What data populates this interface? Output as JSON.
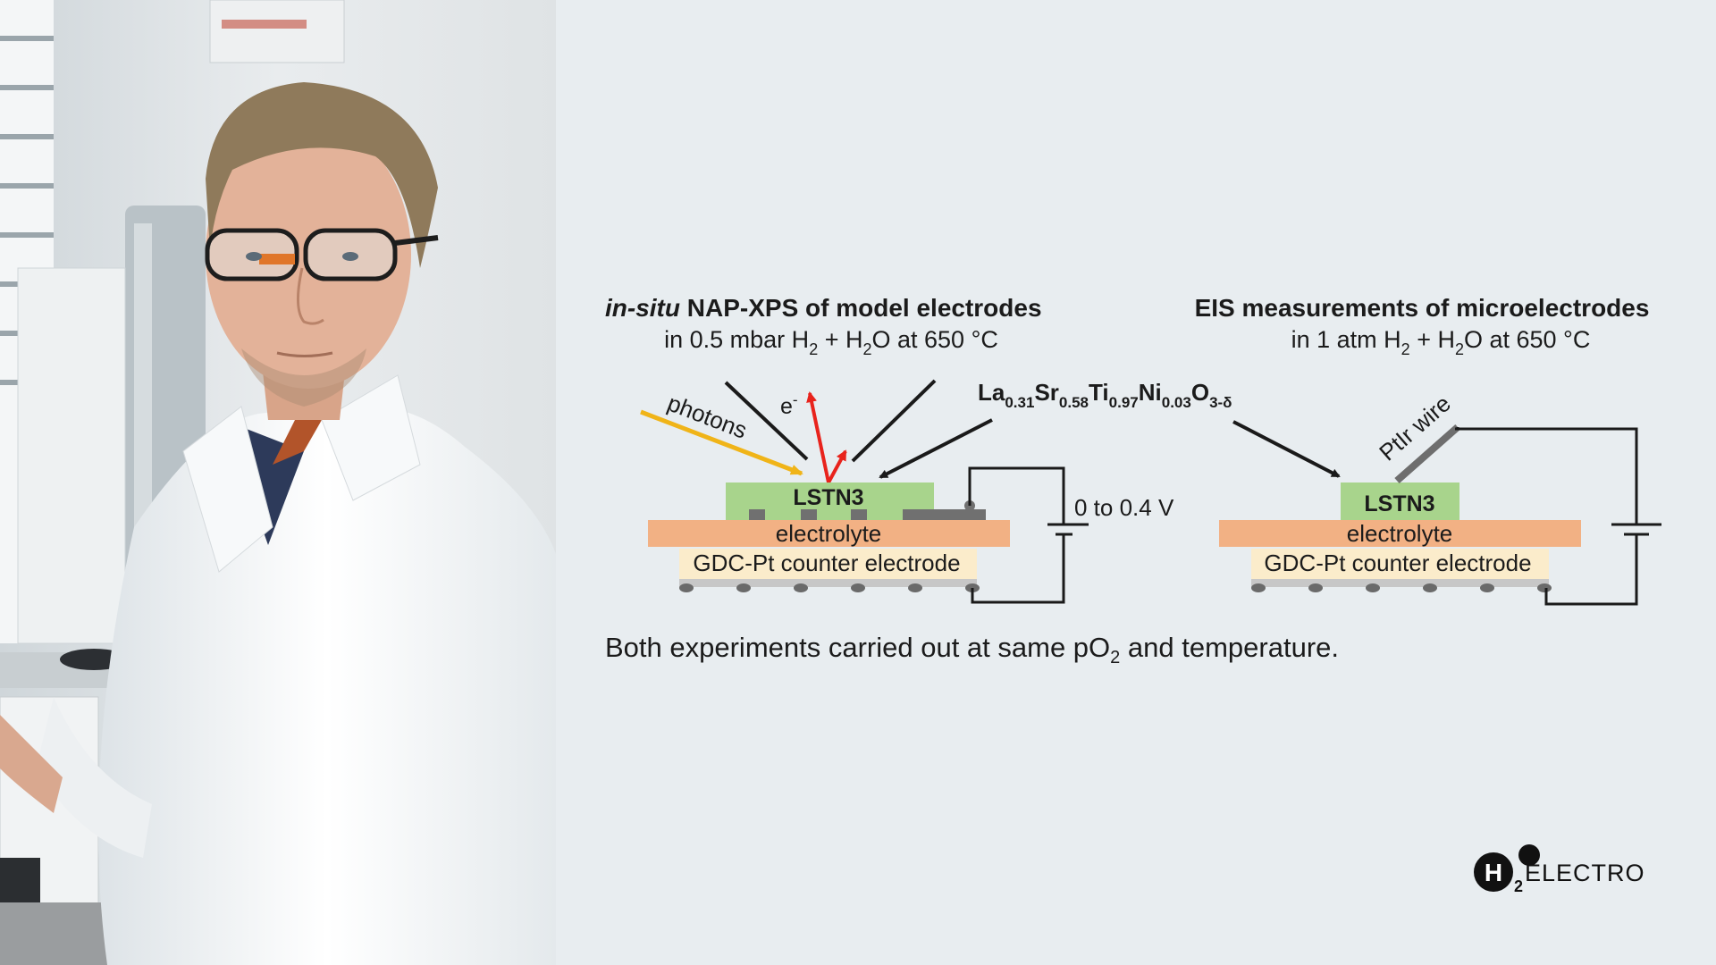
{
  "left_panel": {
    "title": {
      "italic": "in-situ",
      "rest": " NAP-XPS of model electrodes"
    },
    "conditions": {
      "prefix": "in 0.5 mbar H",
      "sub1": "2",
      "mid": " + H",
      "sub2": "2",
      "suffix": "O at 650 °C"
    },
    "photon_label": "photons",
    "electron_label": {
      "base": "e",
      "sup": "-"
    },
    "layer_top": "LSTN3",
    "layer_mid": "electrolyte",
    "layer_bottom": "GDC-Pt counter electrode",
    "voltage_label": "0 to 0.4 V"
  },
  "formula": {
    "parts": [
      {
        "t": "La",
        "s": "0.31"
      },
      {
        "t": "Sr",
        "s": "0.58"
      },
      {
        "t": "Ti",
        "s": "0.97"
      },
      {
        "t": "Ni",
        "s": "0.03"
      },
      {
        "t": "O",
        "s": "3-δ"
      }
    ]
  },
  "right_panel": {
    "title": "EIS measurements of microelectrodes",
    "conditions": {
      "prefix": "in 1 atm H",
      "sub1": "2",
      "mid": " + H",
      "sub2": "2",
      "suffix": "O at 650 °C"
    },
    "wire_label": "PtIr wire",
    "layer_top": "LSTN3",
    "layer_mid": "electrolyte",
    "layer_bottom": "GDC-Pt counter electrode"
  },
  "caption": {
    "prefix": "Both experiments carried out at same pO",
    "sub": "2",
    "suffix": " and temperature."
  },
  "logo": {
    "main": "H",
    "sub": "2",
    "text": "ELECTRO"
  },
  "colors": {
    "background": "#e8edf0",
    "lstn3": "#a8d48c",
    "electrolyte": "#f2b184",
    "counter_electrode": "#fbeccb",
    "photon_arrow": "#f0b418",
    "electron_arrow": "#e8231c"
  }
}
